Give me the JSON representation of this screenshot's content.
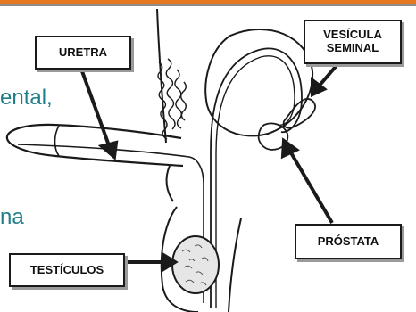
{
  "theme": {
    "accent": "#e87722",
    "band": "#8c8c8c",
    "slide_text_color": "#1f7e8a",
    "line_color": "#1a1a1a"
  },
  "slide_text": {
    "line1": "ental,",
    "line2": "na"
  },
  "labels": {
    "uretra": "URETRA",
    "vesicula_seminal": "VESÍCULA\nSEMINAL",
    "prostata": "PRÓSTATA",
    "testiculos": "TESTÍCULOS"
  }
}
